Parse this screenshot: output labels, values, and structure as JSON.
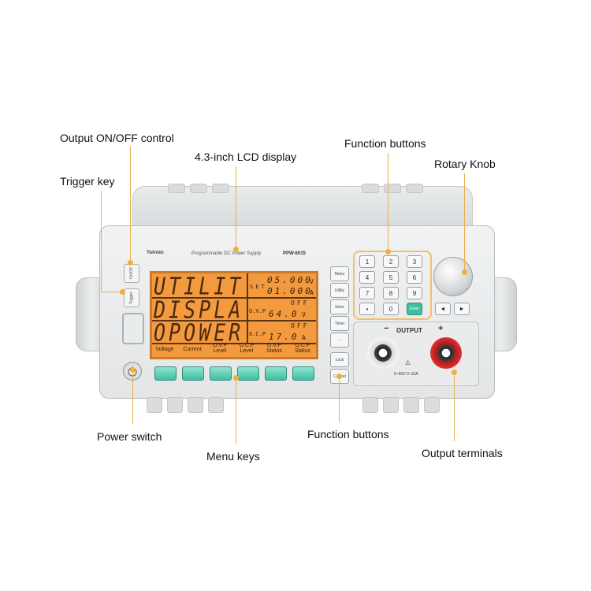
{
  "labels": {
    "output_on_off": "Output ON/OFF control",
    "lcd_display": "4.3-inch LCD display",
    "function_buttons_top": "Function buttons",
    "rotary_knob": "Rotary Knob",
    "trigger_key": "Trigger key",
    "power_switch": "Power switch",
    "menu_keys": "Menu keys",
    "function_buttons_bottom": "Function buttons",
    "output_terminals": "Output terminals"
  },
  "device": {
    "brand": "Twintex",
    "title": "Programmable DC Power Supply",
    "model": "PPW-6015",
    "onoff_label": "On/Off",
    "trigger_label": "Trigger"
  },
  "lcd": {
    "row1": "UTILIT",
    "row2": "DISPLA",
    "row3": "OPOWER",
    "set_label": "SET",
    "set_voltage": "05.000",
    "set_voltage_unit": "V",
    "set_current": "01.000",
    "set_current_unit": "A",
    "ovp_label": "O.V.P",
    "ovp_state": "OFF",
    "ovp_value": "64.0",
    "ovp_unit": "V",
    "ocp_label": "O.C.P",
    "ocp_state": "OFF",
    "ocp_value": "17.0",
    "ocp_unit": "A",
    "softkeys": [
      "Voltage",
      "Current",
      "O.V.P Level",
      "O.C.P Level",
      "O.V.P Status",
      "O.C.P Status"
    ]
  },
  "function_buttons": [
    "Menu",
    "Utility",
    "Store",
    "Timer",
    "⋯",
    "Lock",
    "Cancel"
  ],
  "keypad": [
    "1",
    "2",
    "3",
    "4",
    "5",
    "6",
    "7",
    "8",
    "9",
    "•",
    "0",
    "Enter"
  ],
  "arrows": [
    "◄",
    "►"
  ],
  "output": {
    "title": "OUTPUT",
    "minus": "−",
    "plus": "+",
    "rating": "0~60V 0~15A",
    "warning": "⚠"
  },
  "colors": {
    "leader": "#e8b04a",
    "lcd": "#f39a3e",
    "menu_key": "#3fbf9f",
    "terminal_red": "#e03030"
  }
}
